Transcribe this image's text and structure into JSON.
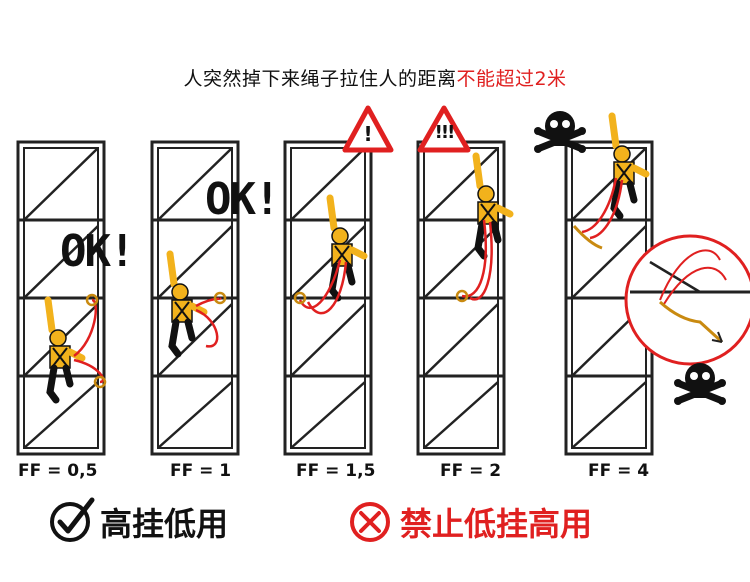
{
  "title": {
    "main": "人突然掉下来绳子拉住人的距离",
    "accent": "不能超过2米"
  },
  "ok_labels": [
    "OK!",
    "OK!"
  ],
  "panels": [
    {
      "ff": "FF = 0,5"
    },
    {
      "ff": "FF = 1"
    },
    {
      "ff": "FF = 1,5"
    },
    {
      "ff": "FF = 2"
    },
    {
      "ff": "FF = 4"
    }
  ],
  "warning_marks": [
    "!",
    "!!!"
  ],
  "legend": {
    "good": "高挂低用",
    "bad": "禁止低挂高用"
  },
  "colors": {
    "accent": "#e02020",
    "harness": "#f2b21c",
    "frame": "#222222",
    "rope": "#e02020"
  },
  "icons": {
    "check": "check-circle-icon",
    "cross": "x-circle-icon",
    "warning": "warning-triangle-icon",
    "danger": "skull-crossbones-icon"
  }
}
